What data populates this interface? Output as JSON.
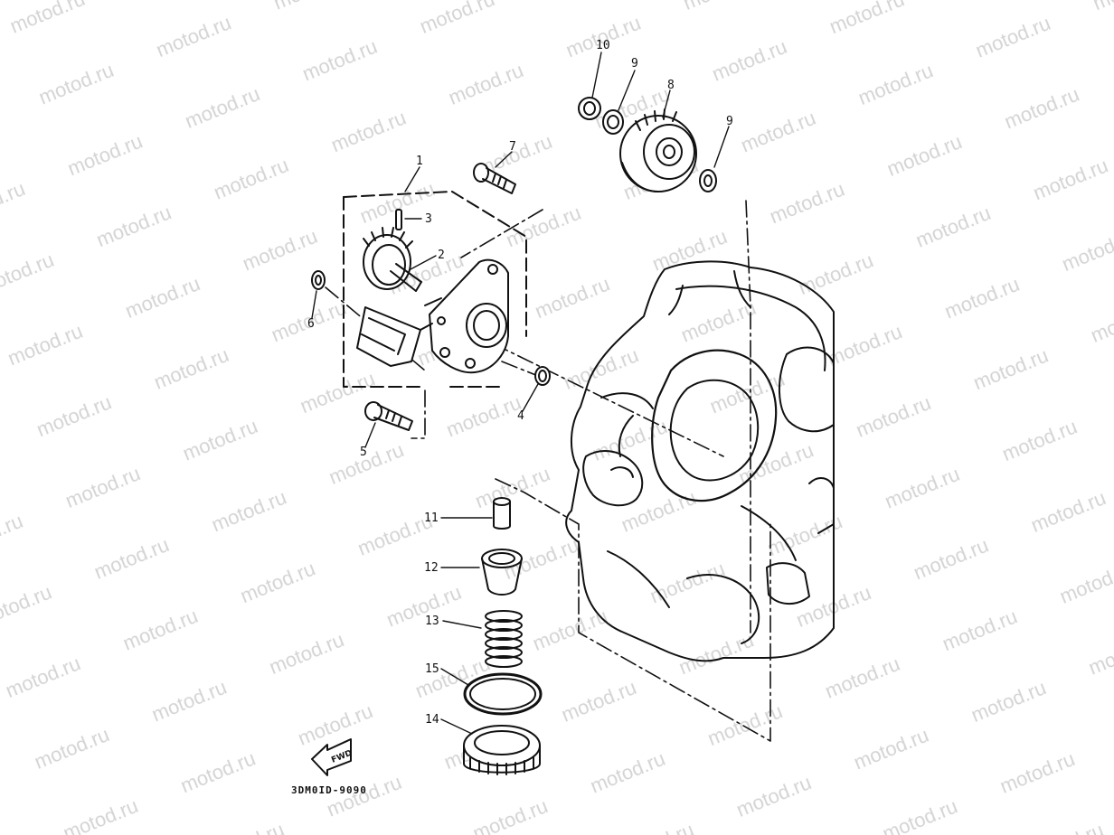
{
  "watermark": {
    "text": "motod.ru",
    "color": "#d4d4d4"
  },
  "callouts": [
    "1",
    "2",
    "3",
    "4",
    "5",
    "6",
    "7",
    "8",
    "9",
    "9",
    "10",
    "11",
    "12",
    "13",
    "15",
    "14"
  ],
  "fwd_label": "FWD",
  "reference_code": "3DM0ID-9090",
  "colors": {
    "ink": "#111111",
    "paper": "#ffffff"
  }
}
